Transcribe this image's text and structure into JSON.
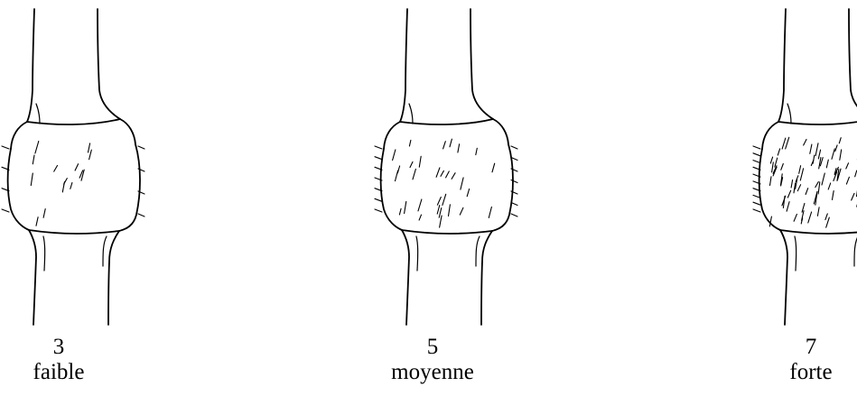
{
  "panels": [
    {
      "score": "3",
      "label": "faible",
      "hair_density": "low"
    },
    {
      "score": "5",
      "label": "moyenne",
      "hair_density": "medium"
    },
    {
      "score": "7",
      "label": "forte",
      "hair_density": "high"
    }
  ],
  "colors": {
    "ink": "#000000",
    "background": "#ffffff"
  }
}
